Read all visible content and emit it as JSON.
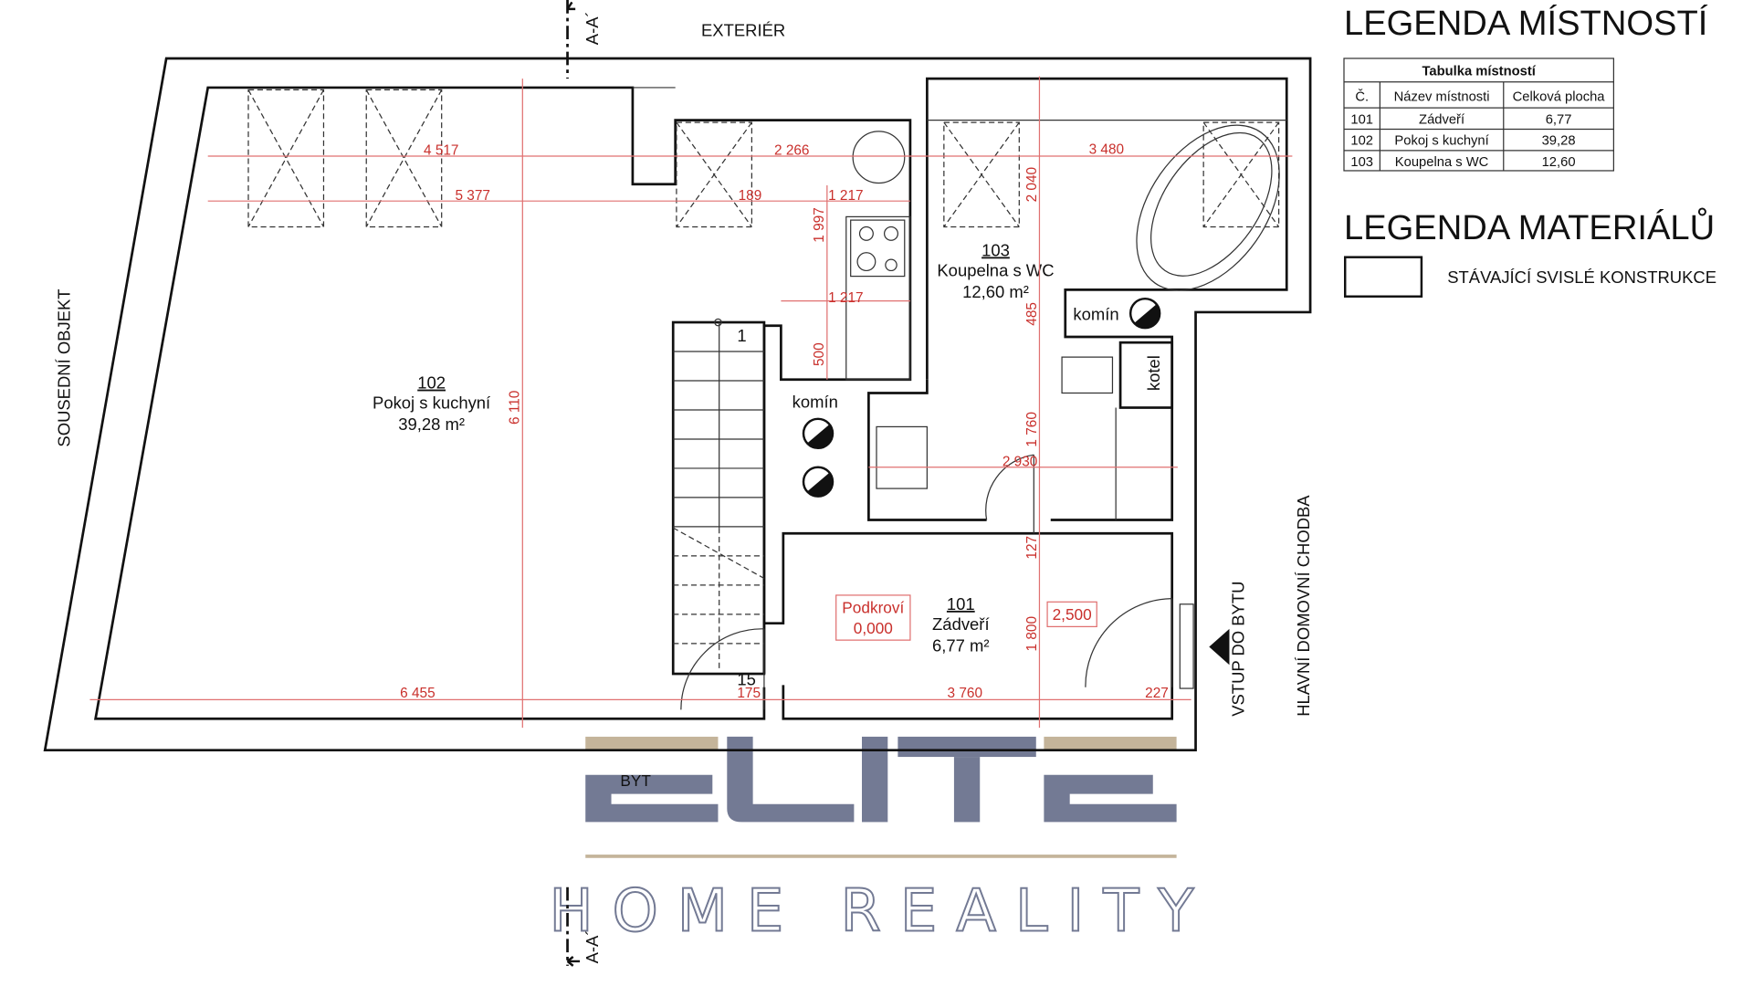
{
  "plan": {
    "exterior": "EXTERIÉR",
    "neighbor": "SOUSEDNÍ OBJEKT",
    "corridor": "HLAVNÍ DOMOVNÍ CHODBA",
    "entrance": "VSTUP DO BYTU",
    "section_mark": "A-A´",
    "chimney": "komín",
    "boiler": "kotel",
    "stair_first": "1",
    "stair_last": "15",
    "level_name": "Podkroví",
    "level_value": "0,000",
    "level_right": "2,500",
    "byt_label": "BYT",
    "rooms": [
      {
        "number": "101",
        "name": "Zádveří",
        "area": "6,77 m²"
      },
      {
        "number": "102",
        "name": "Pokoj s kuchyní",
        "area": "39,28 m²"
      },
      {
        "number": "103",
        "name": "Koupelna s WC",
        "area": "12,60 m²"
      }
    ],
    "dimensions": {
      "d4517": "4 517",
      "d2266": "2 266",
      "d3480": "3 480",
      "d5377": "5 377",
      "d189": "189",
      "d1217a": "1 217",
      "d1217b": "1 217",
      "d1997": "1 997",
      "d2040": "2 040",
      "d485": "485",
      "d500": "500",
      "d6110": "6 110",
      "d1760": "1 760",
      "d2930": "2 930",
      "d127": "127",
      "d1800": "1 800",
      "d6455": "6 455",
      "d175": "175",
      "d3760": "3 760",
      "d227": "227"
    }
  },
  "legend_rooms": {
    "title": "LEGENDA MÍSTNOSTÍ",
    "table_title": "Tabulka místností",
    "headers": [
      "Č.",
      "Název místnosti",
      "Celková plocha"
    ],
    "rows": [
      [
        "101",
        "Zádveří",
        "6,77"
      ],
      [
        "102",
        "Pokoj s kuchyní",
        "39,28"
      ],
      [
        "103",
        "Koupelna s WC",
        "12,60"
      ]
    ]
  },
  "legend_materials": {
    "title": "LEGENDA MATERIÁLŮ",
    "items": [
      {
        "label": "STÁVAJÍCÍ SVISLÉ KONSTRUKCE"
      }
    ]
  },
  "logo": {
    "word": "ELITE",
    "tagline": "HOME REALITY",
    "navy": "#737a94",
    "tan": "#c4b49a"
  }
}
